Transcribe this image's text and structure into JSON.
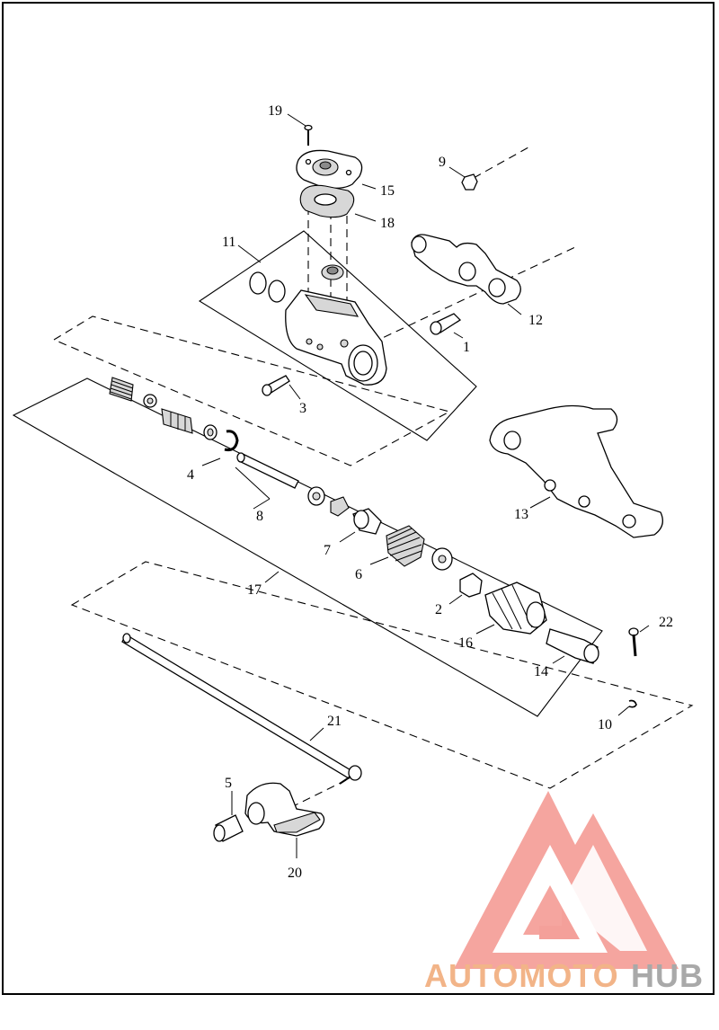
{
  "diagram": {
    "callouts": [
      {
        "id": "c1",
        "text": "1"
      },
      {
        "id": "c2",
        "text": "2"
      },
      {
        "id": "c3",
        "text": "3"
      },
      {
        "id": "c4",
        "text": "4"
      },
      {
        "id": "c5",
        "text": "5"
      },
      {
        "id": "c6",
        "text": "6"
      },
      {
        "id": "c7",
        "text": "7"
      },
      {
        "id": "c8",
        "text": "8"
      },
      {
        "id": "c9",
        "text": "9"
      },
      {
        "id": "c10",
        "text": "10"
      },
      {
        "id": "c11",
        "text": "11"
      },
      {
        "id": "c12",
        "text": "12"
      },
      {
        "id": "c13",
        "text": "13"
      },
      {
        "id": "c14",
        "text": "14"
      },
      {
        "id": "c15",
        "text": "15"
      },
      {
        "id": "c16",
        "text": "16"
      },
      {
        "id": "c17",
        "text": "17"
      },
      {
        "id": "c18",
        "text": "18"
      },
      {
        "id": "c19",
        "text": "19"
      },
      {
        "id": "c20",
        "text": "20"
      },
      {
        "id": "c21",
        "text": "21"
      },
      {
        "id": "c22",
        "text": "22"
      }
    ]
  },
  "watermark": {
    "part1": "AUTOMOTO",
    "part2": "HUB",
    "accent_color": "#f4a09a",
    "text_color_primary": "#f2b488",
    "text_color_secondary": "#a9a9a9"
  }
}
